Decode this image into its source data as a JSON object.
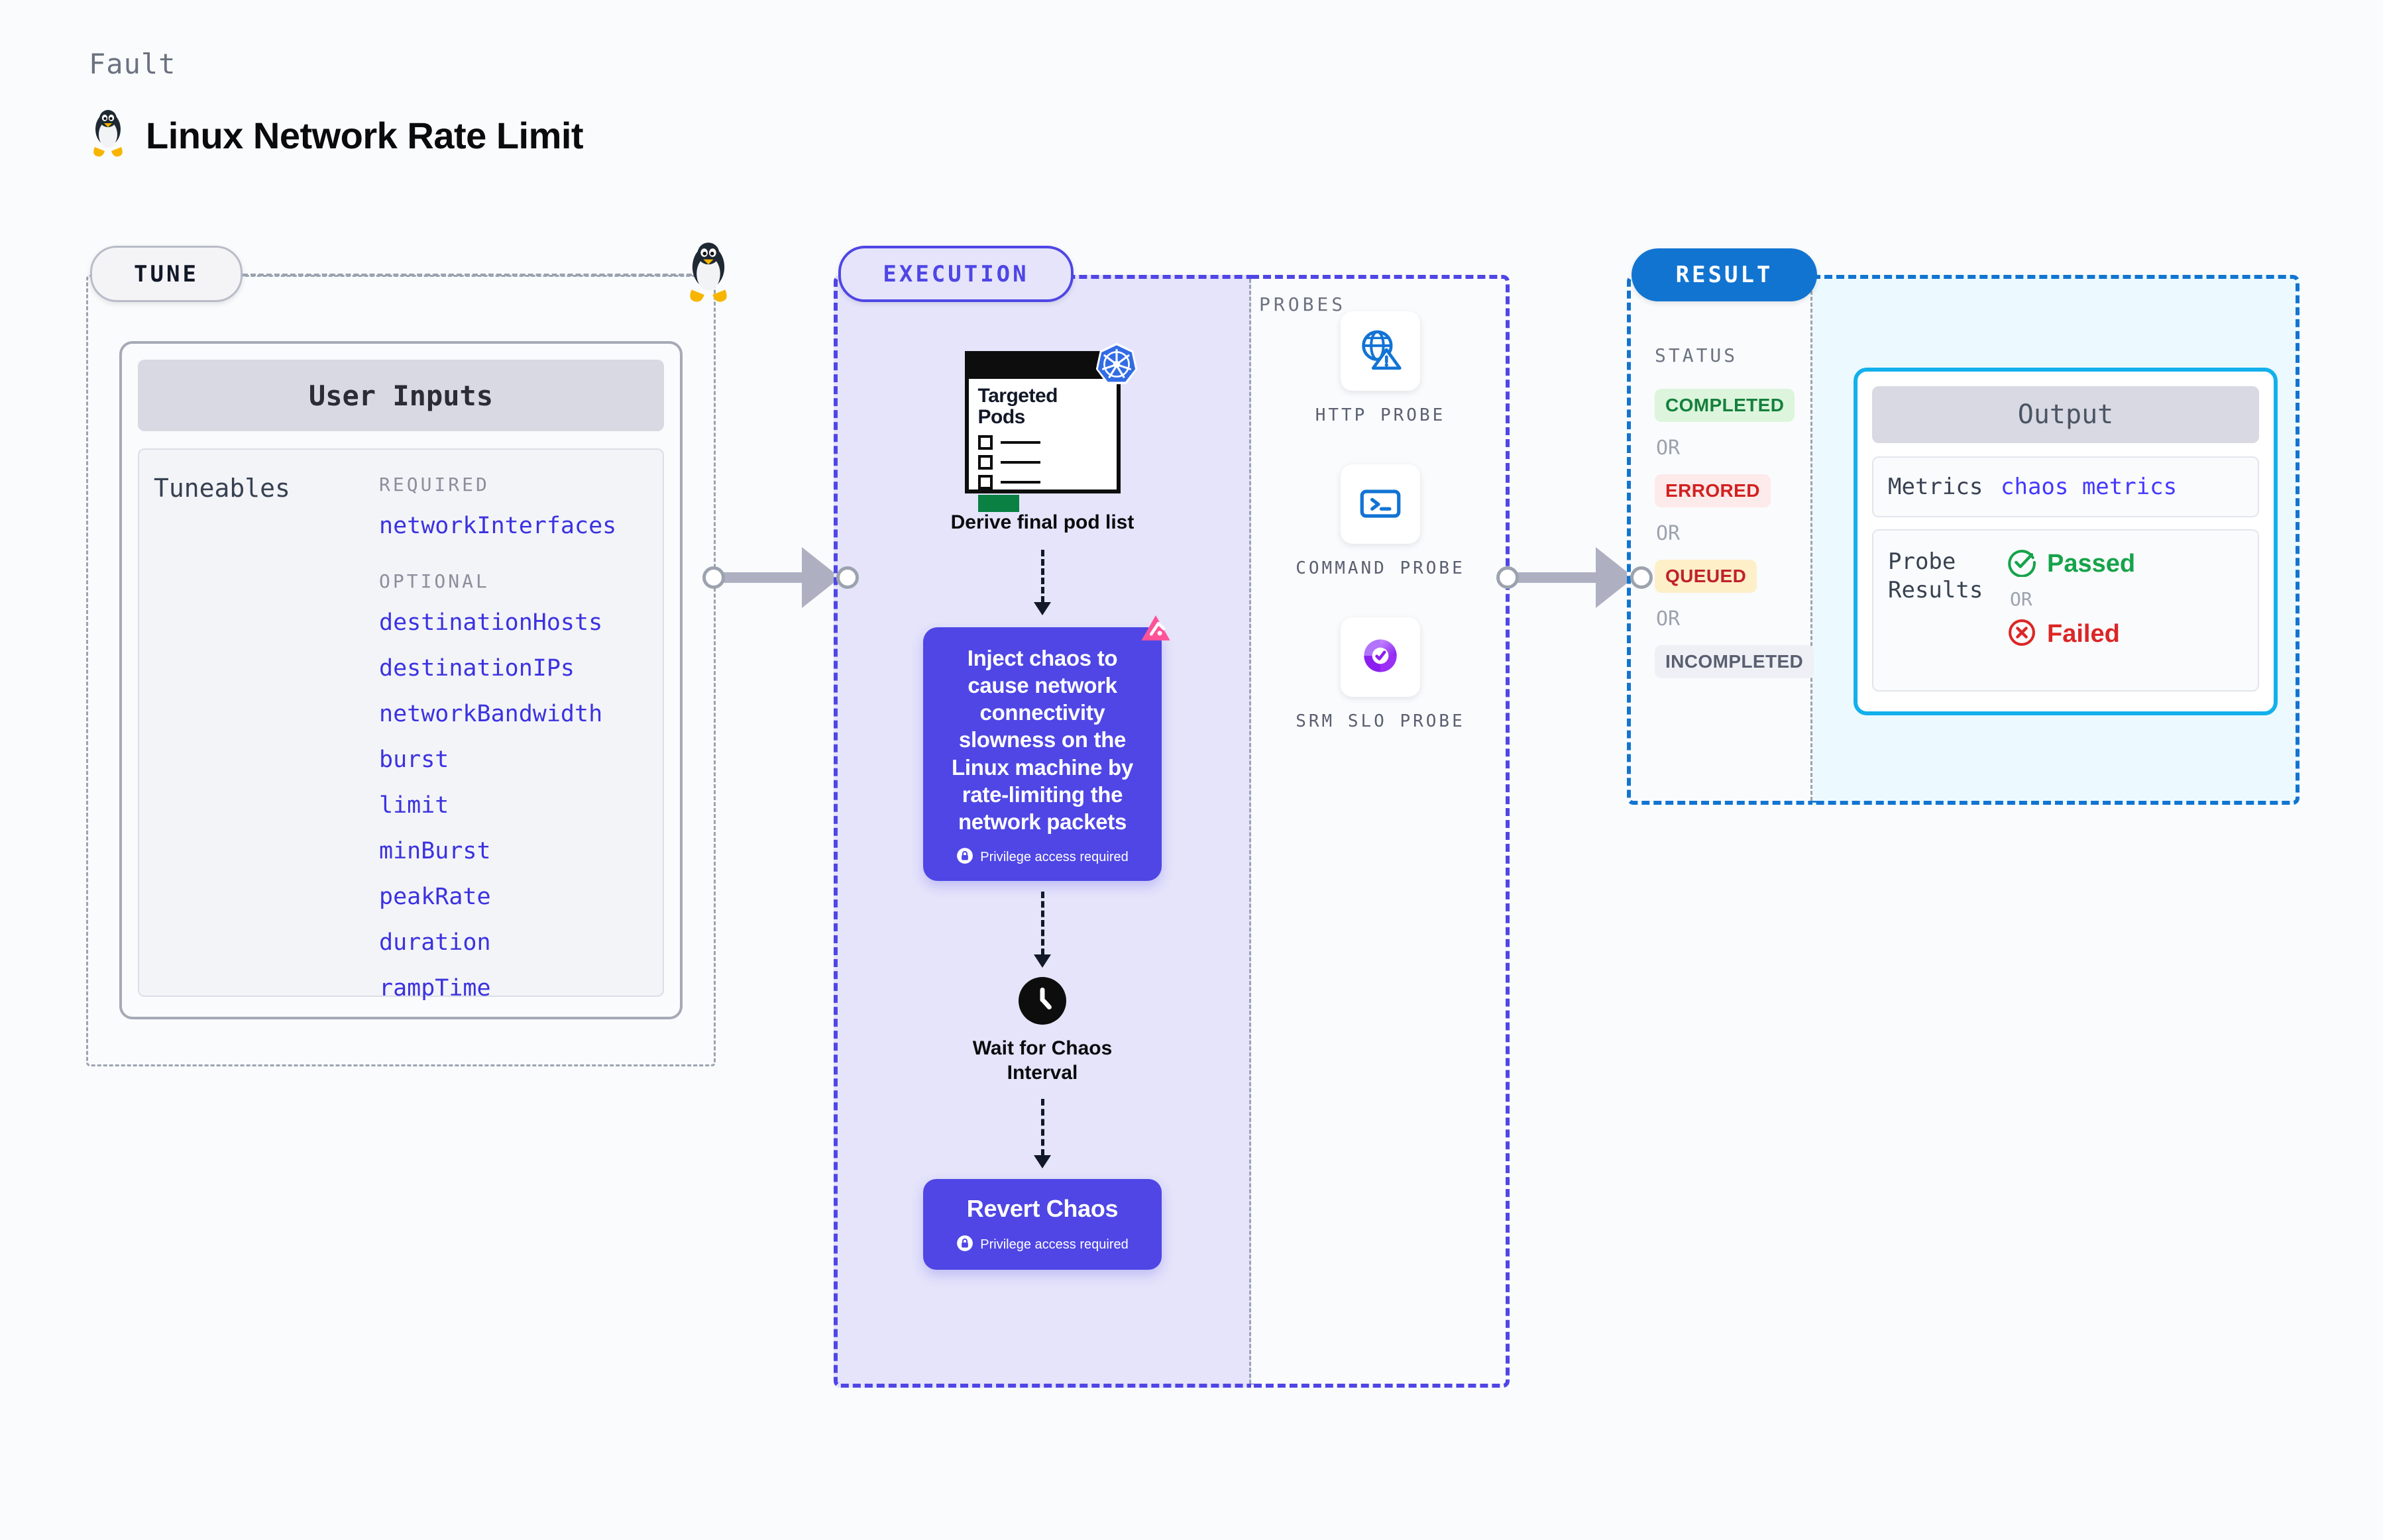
{
  "header": {
    "kicker": "Fault",
    "title": "Linux Network Rate Limit",
    "icon": "linux-penguin-icon"
  },
  "tune": {
    "pill_label": "TUNE",
    "platform_icon": "linux-penguin-icon",
    "user_inputs": {
      "header": "User Inputs",
      "row_label": "Tuneables",
      "groups": [
        {
          "label": "REQUIRED",
          "items": [
            "networkInterfaces"
          ]
        },
        {
          "label": "OPTIONAL",
          "items": [
            "destinationHosts",
            "destinationIPs",
            "networkBandwidth",
            "burst",
            "limit",
            "minBurst",
            "peakRate",
            "duration",
            "rampTime"
          ]
        }
      ]
    }
  },
  "execution": {
    "pill_label": "EXECUTION",
    "steps": {
      "pods_card": {
        "title_line1": "Targeted",
        "title_line2": "Pods",
        "badge_icon": "kubernetes-icon",
        "caption": "Derive final pod list"
      },
      "inject": {
        "text": "Inject chaos to cause network connectivity slowness on the Linux machine by rate-limiting the network packets",
        "privilege_note": "Privilege access required",
        "privilege_icon": "lock-icon",
        "badge_icon": "litmus-chaos-icon"
      },
      "wait": {
        "icon": "clock-icon",
        "caption_line1": "Wait for Chaos",
        "caption_line2": "Interval"
      },
      "revert": {
        "title": "Revert Chaos",
        "privilege_note": "Privilege access required",
        "privilege_icon": "lock-icon"
      }
    }
  },
  "probes": {
    "label": "PROBES",
    "items": [
      {
        "name": "HTTP PROBE",
        "icon": "globe-warning-icon"
      },
      {
        "name": "COMMAND PROBE",
        "icon": "terminal-icon"
      },
      {
        "name": "SRM SLO PROBE",
        "icon": "slo-donut-check-icon"
      }
    ]
  },
  "result": {
    "pill_label": "RESULT",
    "status_label": "STATUS",
    "or_label": "OR",
    "statuses": [
      {
        "text": "COMPLETED",
        "bg": "#dcf5dc",
        "fg": "#15803d"
      },
      {
        "text": "ERRORED",
        "bg": "#fdeaea",
        "fg": "#d32020"
      },
      {
        "text": "QUEUED",
        "bg": "#fdefc8",
        "fg": "#c0212c"
      },
      {
        "text": "INCOMPLETED",
        "bg": "#eef0f6",
        "fg": "#5a6071"
      }
    ]
  },
  "output": {
    "header": "Output",
    "metrics_label": "Metrics",
    "metrics_value": "chaos metrics",
    "probe_results_label": "Probe\nResults",
    "probe_results_label_line1": "Probe",
    "probe_results_label_line2": "Results",
    "passed_text": "Passed",
    "passed_icon": "check-circle-icon",
    "failed_text": "Failed",
    "failed_icon": "x-circle-icon",
    "or_label": "OR"
  },
  "colors": {
    "accent_indigo": "#4f46e5",
    "accent_blue": "#1274d1",
    "accent_cyan": "#13b0ec",
    "code_blue": "#3b32e0",
    "success_green": "#16a34a",
    "error_red": "#dc2626"
  }
}
